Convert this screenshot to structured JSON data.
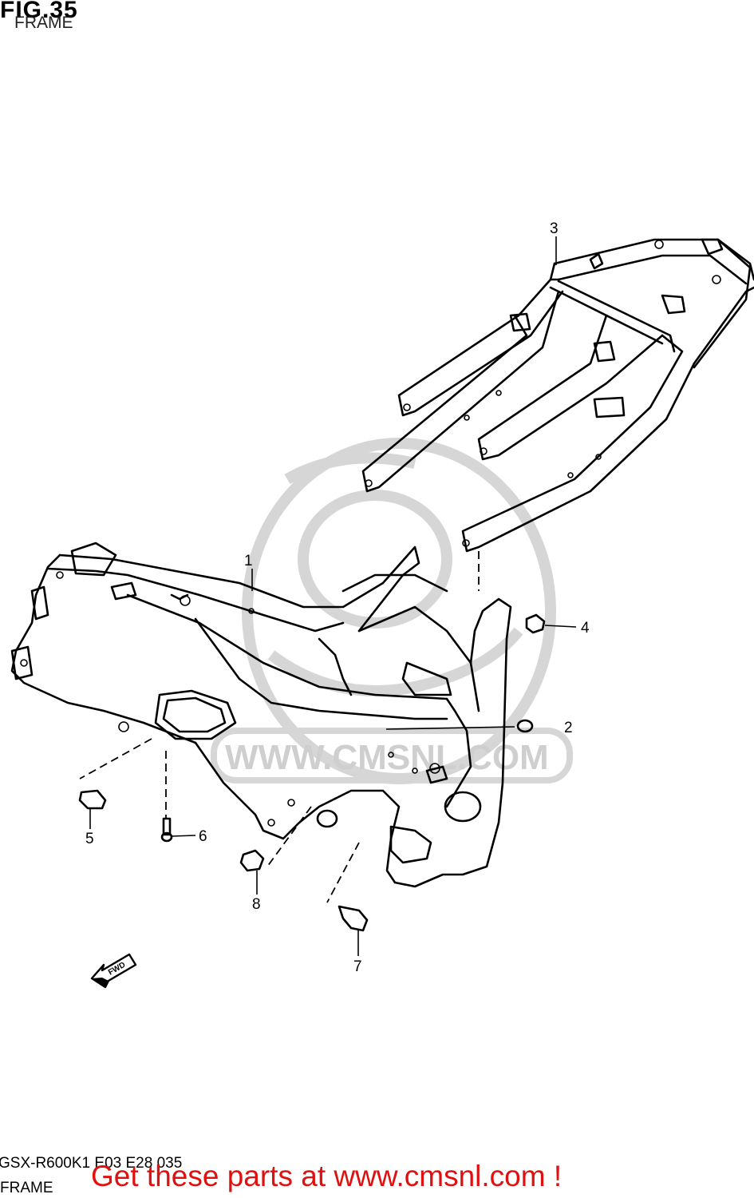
{
  "figure": {
    "title": "FIG.35",
    "subtitle": "FRAME"
  },
  "callouts": [
    {
      "number": "1",
      "part": "main-frame"
    },
    {
      "number": "2",
      "part": "cap"
    },
    {
      "number": "3",
      "part": "seat-rail"
    },
    {
      "number": "4",
      "part": "bolt"
    },
    {
      "number": "5",
      "part": "bushing"
    },
    {
      "number": "6",
      "part": "screw"
    },
    {
      "number": "7",
      "part": "bolt"
    },
    {
      "number": "8",
      "part": "nut"
    }
  ],
  "direction_label": "FWD",
  "watermark": {
    "text": "WWW.CMSNL.COM",
    "color": "#d6d6d6"
  },
  "footer": {
    "part_code": "GSX-R600K1 E03 E28 035",
    "frame_label": "FRAME",
    "cta": "Get these parts at www.cmsnl.com !",
    "cta_color": "#e01010"
  }
}
